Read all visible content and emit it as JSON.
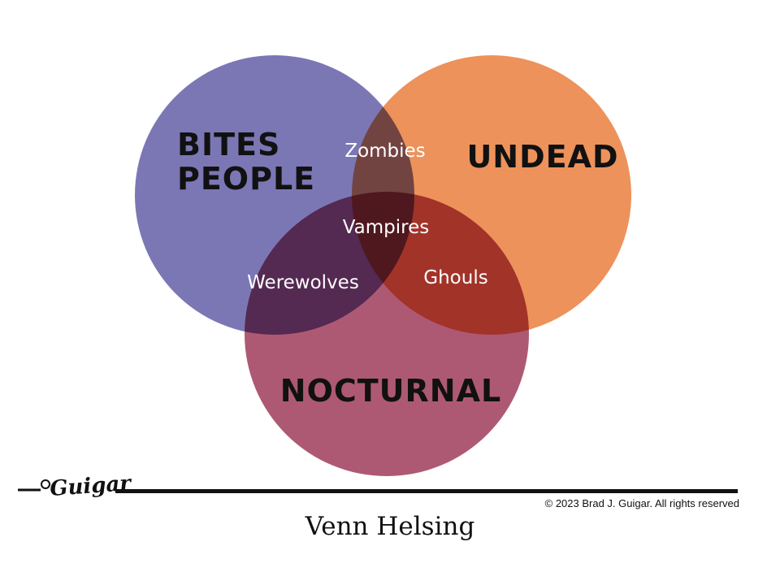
{
  "diagram": {
    "sets": [
      {
        "label_lines": [
          "BITES",
          "PEOPLE"
        ],
        "color": "#7773b3"
      },
      {
        "label_lines": [
          "UNDEAD"
        ],
        "color": "#ec8a4e"
      },
      {
        "label_lines": [
          "NOCTURNAL"
        ],
        "color": "#a3425f"
      }
    ],
    "intersections": {
      "bites_undead": "Zombies",
      "all_three": "Vampires",
      "bites_nocturnal": "Werewolves",
      "undead_nocturnal": "Ghouls"
    }
  },
  "footer": {
    "signature": "Guigar",
    "copyright": "© 2023 Brad J. Guigar. All rights reserved",
    "title": "Venn Helsing"
  }
}
